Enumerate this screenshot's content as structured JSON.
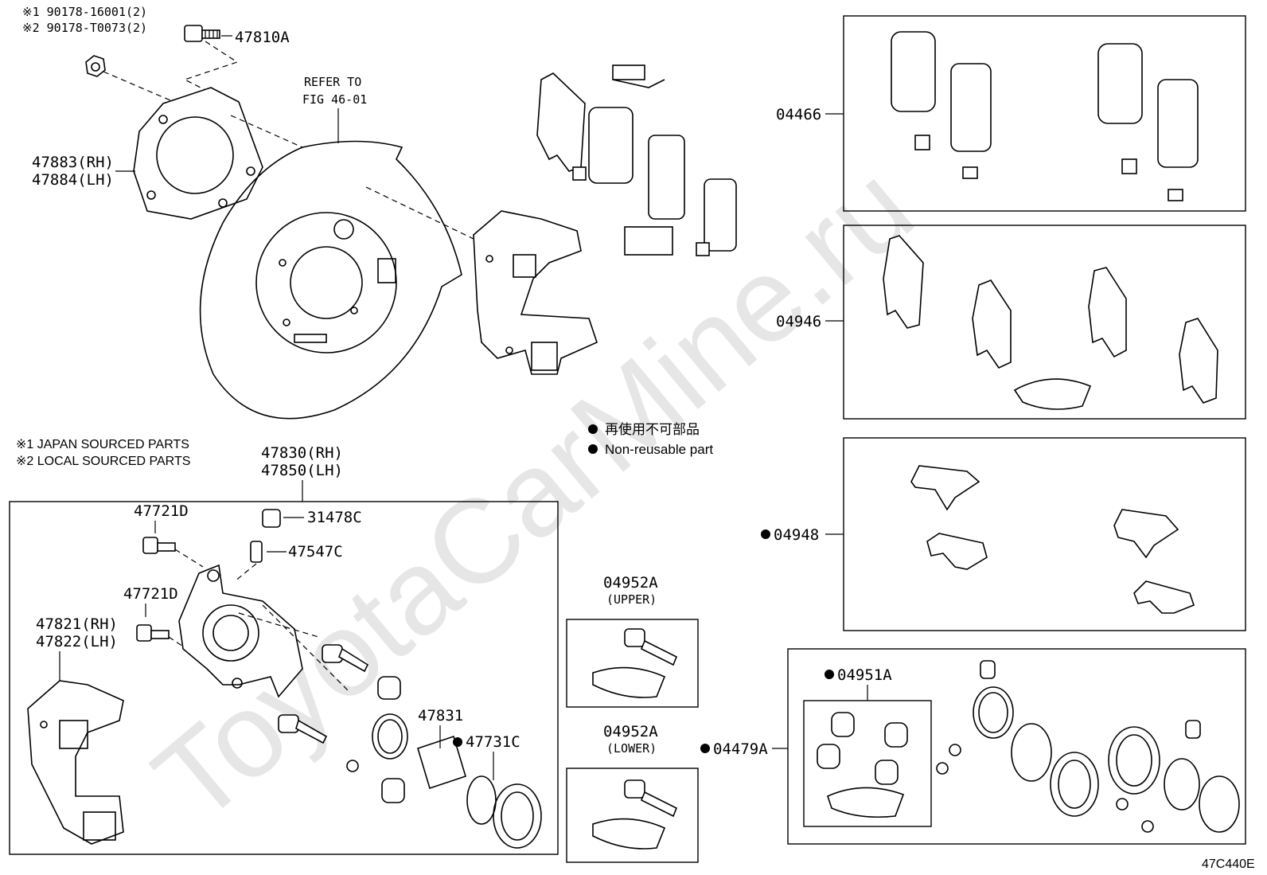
{
  "footnote_parts": {
    "line1": "※1 90178-16001(2)",
    "line2": "※2 90178-T0073(2)"
  },
  "source_notes": {
    "note1": "※1 JAPAN SOURCED PARTS",
    "note2": "※2 LOCAL SOURCED PARTS"
  },
  "refer": {
    "line1": "REFER TO",
    "line2": "FIG 46-01"
  },
  "legend": {
    "jp": "再使用不可部品",
    "en": "Non-reusable part"
  },
  "labels": {
    "p47810A": "47810A",
    "p47883": "47883(RH)",
    "p47884": "47884(LH)",
    "p47830": "47830(RH)",
    "p47850": "47850(LH)",
    "p47721D_a": "47721D",
    "p47721D_b": "47721D",
    "p31478C": "31478C",
    "p47547C": "47547C",
    "p47821": "47821(RH)",
    "p47822": "47822(LH)",
    "p47831": "47831",
    "p47731C": "47731C",
    "p04952A_upper": "04952A",
    "upper": "(UPPER)",
    "p04952A_lower": "04952A",
    "lower": "(LOWER)",
    "p04466": "04466",
    "p04946": "04946",
    "p04948": "04948",
    "p04951A": "04951A",
    "p04479A": "04479A"
  },
  "figure_code": "47C440E",
  "watermark": "ToyotaCarMine.ru"
}
